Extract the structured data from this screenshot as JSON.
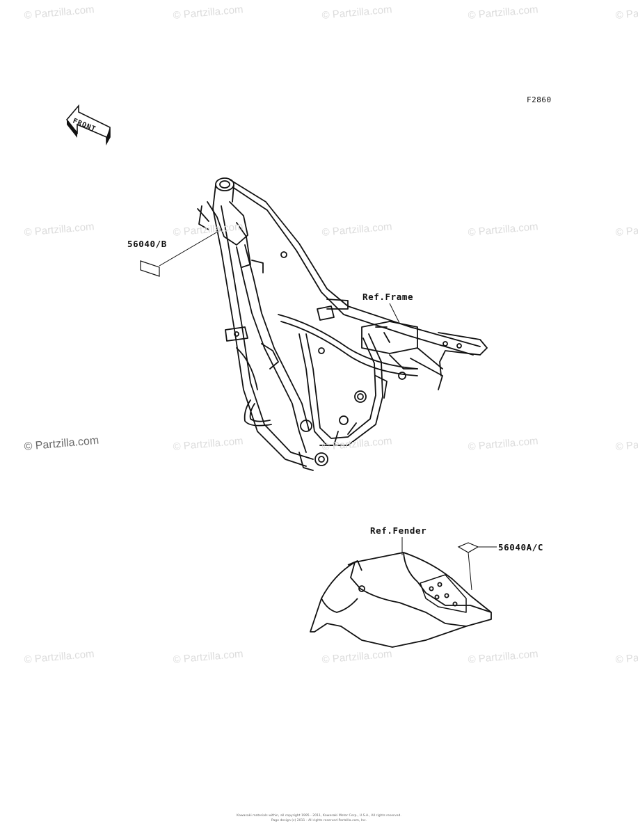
{
  "figure": {
    "code": "F2860",
    "front_arrow_text": "FRONT"
  },
  "callouts": [
    {
      "id": "56040_b",
      "text": "56040/B"
    },
    {
      "id": "ref_frame",
      "text": "Ref.Frame"
    },
    {
      "id": "ref_fender",
      "text": "Ref.Fender"
    },
    {
      "id": "56040_ac",
      "text": "56040A/C"
    }
  ],
  "watermark": {
    "text": "© Partzilla.com"
  },
  "footer": {
    "line1": "Kawasaki materials within, all copyright 1995 - 2011, Kawasaki Motor Corp., U.S.A., All rights reserved.",
    "line2": "Page design (c) 2011 - All rights reserved Partzilla.com, Inc."
  }
}
